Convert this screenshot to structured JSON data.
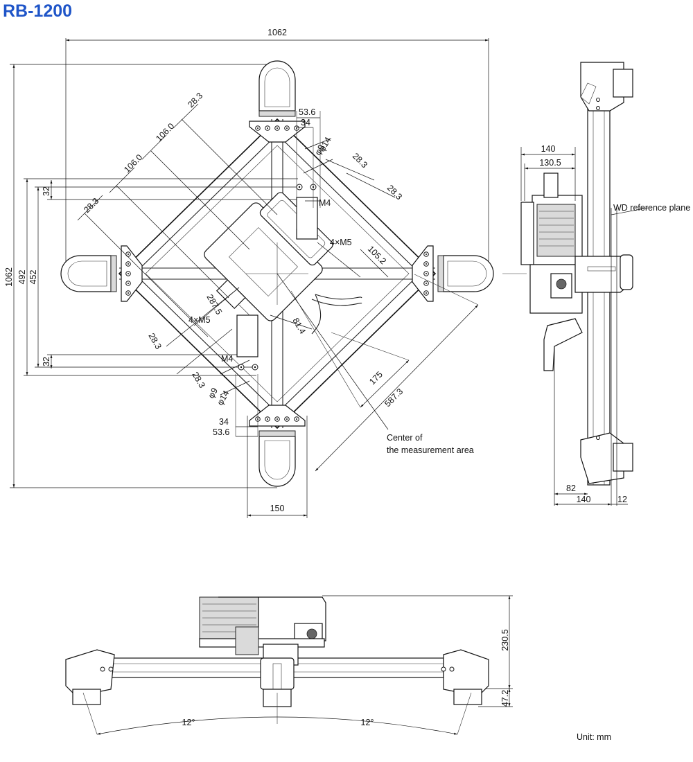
{
  "title": "RB-1200",
  "unit_note": "Unit: mm",
  "labels": {
    "wd_reference_plane": "WD reference plane",
    "center_line1": "Center of",
    "center_line2": "the measurement area"
  },
  "dimensions": {
    "top_width": "1062",
    "left_height": "1062",
    "d492": "492",
    "d452": "452",
    "d32_top": "32",
    "d32_bottom": "32",
    "bottom_150": "150",
    "d53_6_top": "53.6",
    "d34_top": "34",
    "d53_6_bottom": "53.6",
    "d34_bottom": "34",
    "phi14_top": "φ14",
    "phi9_top": "φ9",
    "phi9_bottom": "φ9",
    "phi14_bottom": "φ14",
    "m4_top": "M4",
    "m4_bottom": "M4",
    "m5_right": "4×M5",
    "m5_left": "4×M5",
    "d28_3_a": "28.3",
    "d106_a": "106.0",
    "d106_b": "106.0",
    "d28_3_b": "28.3",
    "d28_3_c": "28.3",
    "d28_3_d": "28.3",
    "d28_3_e": "28.3",
    "d28_3_f": "28.3",
    "d105_2": "105.2",
    "d287_5": "287.5",
    "d81_4": "81.4",
    "d175": "175",
    "d587_3": "587.3",
    "side_140_top": "140",
    "side_130_5": "130.5",
    "side_82": "82",
    "side_140_bottom": "140",
    "side_12": "12",
    "front_230_5": "230.5",
    "front_47_2": "47.2",
    "angle_left": "12°",
    "angle_right": "12°"
  }
}
